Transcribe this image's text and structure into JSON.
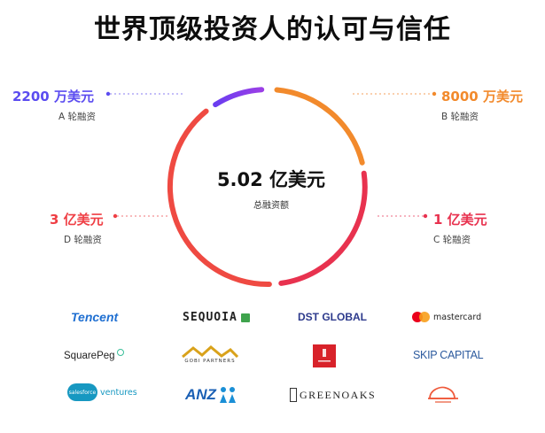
{
  "title": "世界顶级投资人的认可与信任",
  "total": {
    "amount": "5.02 亿美元",
    "label": "总融资额"
  },
  "rounds": {
    "a": {
      "amount": "2200 万美元",
      "stage": "A 轮融资",
      "color": "#5b4cf0"
    },
    "b": {
      "amount": "8000 万美元",
      "stage": "B 轮融资",
      "color": "#f28a2c"
    },
    "c": {
      "amount": "1 亿美元",
      "stage": "C 轮融资",
      "color": "#e8324f"
    },
    "d": {
      "amount": "3 亿美元",
      "stage": "D 轮融资",
      "color": "#ef3f45"
    }
  },
  "investors": {
    "tencent": "Tencent",
    "sequoia": "SEQUOIA",
    "dst": "DST GLOBAL",
    "mastercard": "mastercard",
    "squarepeg": "SquarePeg",
    "gobi": "GOBI PARTNERS",
    "skip": "SKIP CAPITAL",
    "salesforce_brand": "salesforce",
    "salesforce_word": "ventures",
    "anz": "ANZ",
    "greenoaks": "GREENOAKS"
  }
}
